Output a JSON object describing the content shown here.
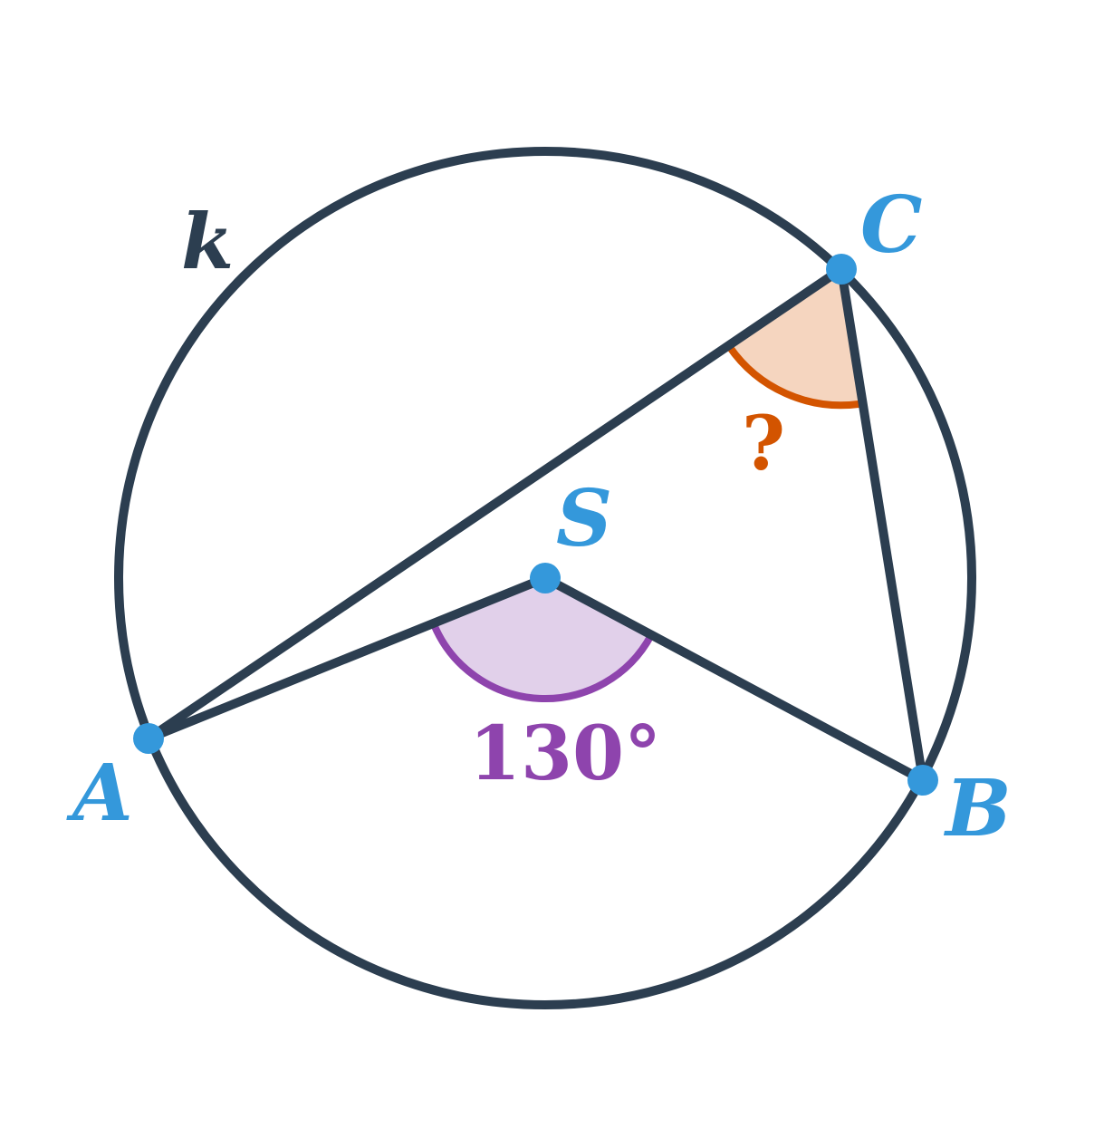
{
  "colors": {
    "stroke": "#2c3e50",
    "point": "#3498db",
    "center_angle": "#8e44ad",
    "center_angle_fill": "#e1d0ea",
    "inscribed_angle": "#d35400",
    "inscribed_angle_fill": "#f5d5bf"
  },
  "labels": {
    "circle": "k",
    "center": "S",
    "A": "A",
    "B": "B",
    "C": "C",
    "central_angle": "130°",
    "inscribed_angle": "?"
  }
}
